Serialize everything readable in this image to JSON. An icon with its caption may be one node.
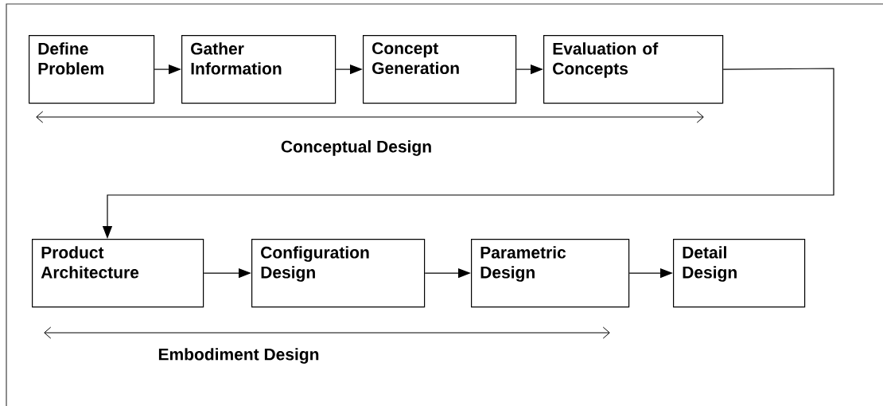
{
  "diagram": {
    "nodes": [
      {
        "text": [
          "Define Problem"
        ]
      },
      {
        "text": [
          "Gather Information"
        ]
      },
      {
        "text": [
          "Concept Generation"
        ]
      },
      {
        "text": [
          "Evaluation of Concepts"
        ]
      },
      {
        "text": [
          "Product Architecture"
        ]
      },
      {
        "text": [
          "Configuration Design"
        ]
      },
      {
        "text": [
          "Parametric Design"
        ]
      },
      {
        "text": [
          "Detail Design"
        ]
      }
    ],
    "edges": [
      {
        "from": 0,
        "to": 1,
        "arrow": "to"
      },
      {
        "from": 1,
        "to": 2,
        "arrow": "to"
      },
      {
        "from": 2,
        "to": 3,
        "arrow": "to"
      },
      {
        "from": 3,
        "to": 4,
        "arrow": "to"
      },
      {
        "from": 4,
        "to": 5,
        "arrow": "to"
      },
      {
        "from": 5,
        "to": 6,
        "arrow": "to"
      },
      {
        "from": 6,
        "to": 7,
        "arrow": "to"
      }
    ],
    "labels": [
      "Conceptual Design",
      "Embodiment Design"
    ]
  }
}
